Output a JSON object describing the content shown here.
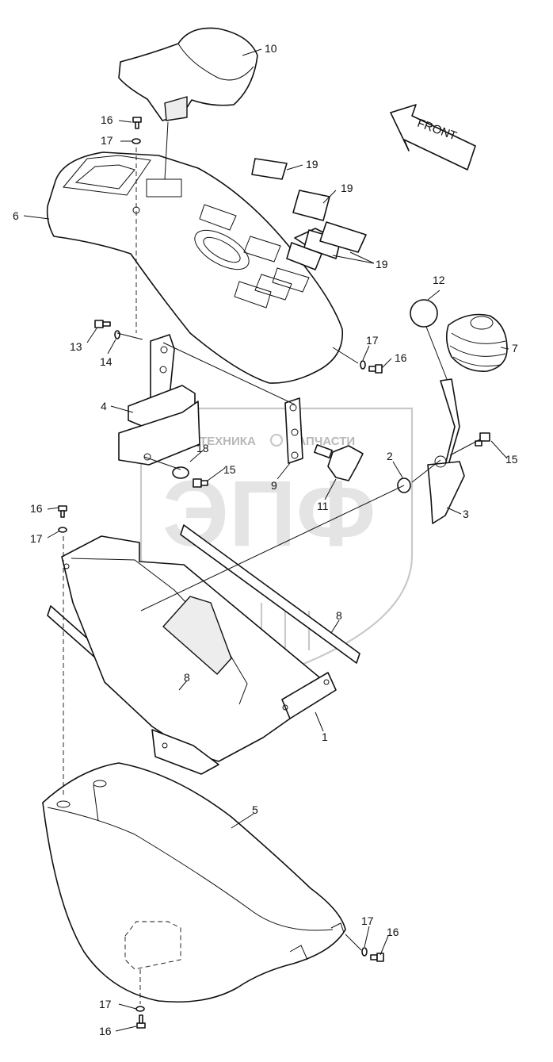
{
  "front_label": "FRONT",
  "watermark": {
    "left_text": "ТЕХНИКА",
    "right_text": "ЗАПЧАСТИ",
    "big_text": "ЭПФ"
  },
  "callouts": {
    "c1": "1",
    "c2": "2",
    "c3": "3",
    "c4": "4",
    "c5": "5",
    "c6": "6",
    "c7": "7",
    "c8a": "8",
    "c8b": "8",
    "c9": "9",
    "c10": "10",
    "c11": "11",
    "c12": "12",
    "c13": "13",
    "c14": "14",
    "c15a": "15",
    "c15b": "15",
    "c16a": "16",
    "c16b": "16",
    "c16c": "16",
    "c16d": "16",
    "c16e": "16",
    "c17a": "17",
    "c17b": "17",
    "c17c": "17",
    "c17d": "17",
    "c17e": "17",
    "c18": "18",
    "c19a": "19",
    "c19b": "19",
    "c19c": "19"
  }
}
